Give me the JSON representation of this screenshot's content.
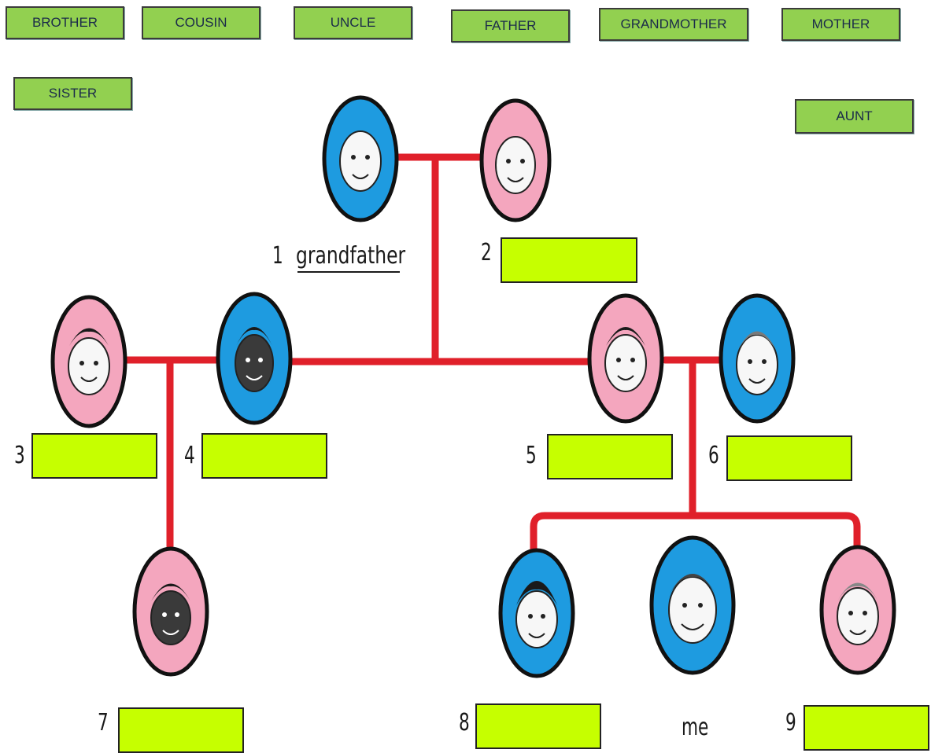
{
  "word_bank": [
    {
      "id": "brother",
      "label": "BROTHER"
    },
    {
      "id": "cousin",
      "label": "COUSIN"
    },
    {
      "id": "uncle",
      "label": "UNCLE"
    },
    {
      "id": "father",
      "label": "FATHER"
    },
    {
      "id": "grandmother",
      "label": "GRANDMOTHER"
    },
    {
      "id": "mother",
      "label": "MOTHER"
    },
    {
      "id": "sister",
      "label": "SISTER"
    },
    {
      "id": "aunt",
      "label": "AUNT"
    }
  ],
  "tree": {
    "given_number": "1",
    "given_answer": "grandfather",
    "me_label": "me",
    "slots": [
      "2",
      "3",
      "4",
      "5",
      "6",
      "7",
      "8",
      "9"
    ]
  },
  "colors": {
    "word_tile": "#92d050",
    "answer_slot": "#c6ff00",
    "line": "#e0202a",
    "male_bg": "#1e9be0",
    "female_bg": "#f4a6be"
  },
  "portraits": [
    {
      "id": "p1",
      "gender": "male",
      "icon": "grandfather-face-icon"
    },
    {
      "id": "p2",
      "gender": "female",
      "icon": "grandmother-face-icon"
    },
    {
      "id": "p3",
      "gender": "female",
      "icon": "woman-face-icon"
    },
    {
      "id": "p4",
      "gender": "male",
      "icon": "man-face-icon"
    },
    {
      "id": "p5",
      "gender": "female",
      "icon": "mother-face-icon"
    },
    {
      "id": "p6",
      "gender": "male",
      "icon": "father-face-icon"
    },
    {
      "id": "p7",
      "gender": "female",
      "icon": "girl-face-icon"
    },
    {
      "id": "p8",
      "gender": "male",
      "icon": "brother-face-icon"
    },
    {
      "id": "pme",
      "gender": "male",
      "icon": "boy-face-icon"
    },
    {
      "id": "p9",
      "gender": "female",
      "icon": "sister-face-icon"
    }
  ]
}
